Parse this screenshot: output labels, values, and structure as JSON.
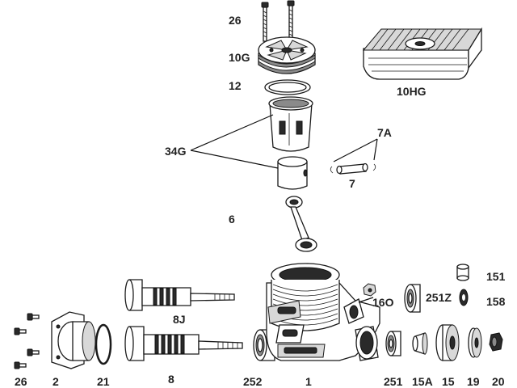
{
  "diagram": {
    "labels": {
      "p26_top": "26",
      "p10g": "10G",
      "p12": "12",
      "p10hg": "10HG",
      "p34g": "34G",
      "p7a": "7A",
      "p7": "7",
      "p6": "6",
      "p8j": "8J",
      "p151": "151",
      "p251z": "251Z",
      "p16o": "16O",
      "p158": "158",
      "p26_bottom": "26",
      "p2": "2",
      "p21": "21",
      "p8": "8",
      "p252": "252",
      "p1": "1",
      "p251": "251",
      "p15a": "15A",
      "p15": "15",
      "p19": "19",
      "p20": "20"
    }
  }
}
